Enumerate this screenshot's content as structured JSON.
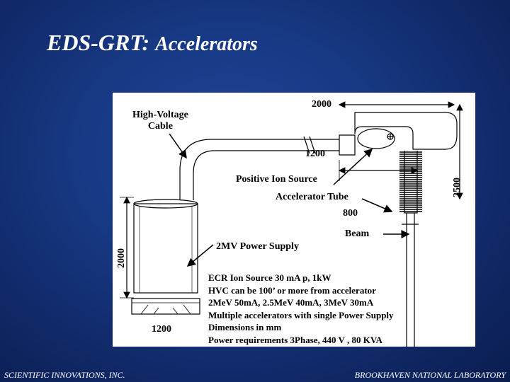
{
  "title": {
    "main": "EDS-GRT:",
    "sub": "Accelerators"
  },
  "labels": {
    "high_voltage_cable_line1": "High-Voltage",
    "high_voltage_cable_line2": "Cable",
    "dim_2000_top": "2000",
    "dim_1200_mid": "1200",
    "positive_ion_source": "Positive Ion Source",
    "accelerator_tube": "Accelerator Tube",
    "dim_800": "800",
    "beam": "Beam",
    "power_supply": "2MV Power Supply",
    "dim_2000_left": "2000",
    "dim_2500_right": "2500",
    "dim_1200_bottom": "1200"
  },
  "specs": [
    "ECR Ion Source 30 mA p, 1kW",
    "HVC can be 100’ or more from accelerator",
    "2MeV 50mA, 2.5MeV 40mA, 3MeV 30mA",
    "Multiple accelerators with single Power Supply",
    "Dimensions in mm",
    "Power requirements 3Phase, 440 V , 80 KVA"
  ],
  "footer": {
    "left": "SCIENTIFIC INNOVATIONS, INC.",
    "right": "BROOKHAVEN NATIONAL LABORATORY"
  },
  "colors": {
    "background": "#183a86",
    "panel": "#ffffff",
    "text": "#ffffff",
    "ink": "#000000"
  }
}
